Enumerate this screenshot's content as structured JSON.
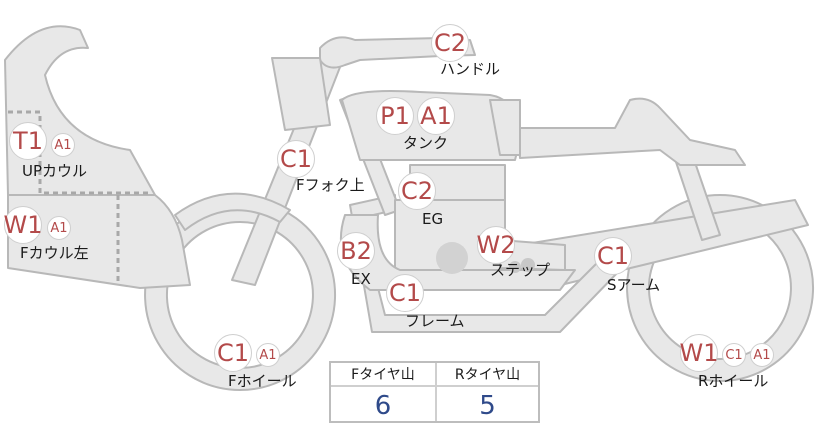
{
  "colors": {
    "part_fill": "#e8e8e8",
    "part_stroke": "#b8b8b8",
    "badge_text": "#b34a4a",
    "tread_value": "#2f4a8a"
  },
  "parts": [
    {
      "id": "handle",
      "label": "ハンドル",
      "badges": [
        {
          "code": "C2",
          "size": "big"
        }
      ]
    },
    {
      "id": "tank",
      "label": "タンク",
      "badges": [
        {
          "code": "P1",
          "size": "big"
        },
        {
          "code": "A1",
          "size": "big"
        }
      ]
    },
    {
      "id": "up-cowl",
      "label": "UPカウル",
      "badges": [
        {
          "code": "T1",
          "size": "big"
        },
        {
          "code": "A1",
          "size": "small"
        }
      ]
    },
    {
      "id": "f-fork-upper",
      "label": "Fフォク上",
      "badges": [
        {
          "code": "C1",
          "size": "big"
        }
      ]
    },
    {
      "id": "engine",
      "label": "EG",
      "badges": [
        {
          "code": "C2",
          "size": "big"
        }
      ]
    },
    {
      "id": "f-cowl-left",
      "label": "Fカウル左",
      "badges": [
        {
          "code": "W1",
          "size": "big"
        },
        {
          "code": "A1",
          "size": "small"
        }
      ]
    },
    {
      "id": "exhaust",
      "label": "EX",
      "badges": [
        {
          "code": "B2",
          "size": "big"
        }
      ]
    },
    {
      "id": "step",
      "label": "ステップ",
      "badges": [
        {
          "code": "W2",
          "size": "big"
        }
      ]
    },
    {
      "id": "s-arm",
      "label": "Sアーム",
      "badges": [
        {
          "code": "C1",
          "size": "big"
        }
      ]
    },
    {
      "id": "frame",
      "label": "フレーム",
      "badges": [
        {
          "code": "C1",
          "size": "big"
        }
      ]
    },
    {
      "id": "f-wheel",
      "label": "Fホイール",
      "badges": [
        {
          "code": "C1",
          "size": "big"
        },
        {
          "code": "A1",
          "size": "small"
        }
      ]
    },
    {
      "id": "r-wheel",
      "label": "Rホイール",
      "badges": [
        {
          "code": "W1",
          "size": "big"
        },
        {
          "code": "C1",
          "size": "small"
        },
        {
          "code": "A1",
          "size": "small"
        }
      ]
    }
  ],
  "tread": {
    "front_header": "Fタイヤ山",
    "rear_header": "Rタイヤ山",
    "front_value": "6",
    "rear_value": "5"
  }
}
